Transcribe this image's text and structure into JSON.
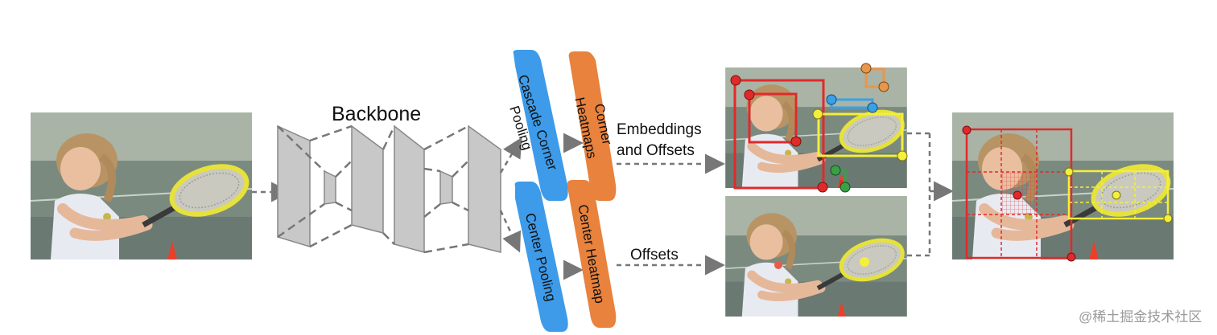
{
  "labels": {
    "backbone": "Backbone",
    "cascade_corner_pooling_1": "Cascade Corner",
    "cascade_corner_pooling_2": "Pooling",
    "corner_heatmaps_1": "Corner",
    "corner_heatmaps_2": "Heatmaps",
    "center_pooling": "Center Pooling",
    "center_heatmap": "Center Heatmap",
    "embeddings_offsets_1": "Embeddings",
    "embeddings_offsets_2": "and Offsets",
    "offsets": "Offsets",
    "watermark": "@稀土掘金技术社区"
  },
  "colors": {
    "blue_module": "#3d9be9",
    "orange_module": "#e8823d",
    "backbone_gray": "#c8c8c8",
    "box_red": "#e02a2a",
    "box_yellow": "#f3ef3c",
    "keypoint_blue": "#39a0e8",
    "keypoint_orange": "#e8964c",
    "keypoint_green": "#3aa046"
  },
  "icons": {
    "input_photo": "tennis-girl-photo",
    "flow_arrow": "dashed-arrow"
  }
}
